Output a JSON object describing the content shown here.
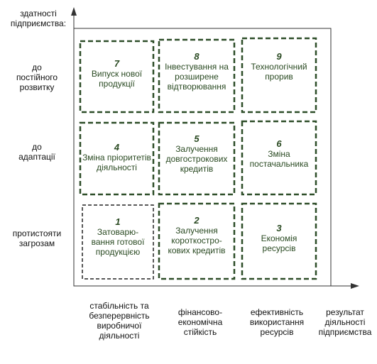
{
  "y_axis": {
    "title": "здатності\nпідприємства:",
    "levels": [
      "до\nпостійного\nрозвитку",
      "до\nадаптації",
      "протистояти\nзагрозам"
    ]
  },
  "x_axis": {
    "labels": [
      "стабільність та\nбезперервність\nвиробничої\nдіяльності",
      "фінансово-\nекономічна\nстійкість",
      "ефективність\nвикористання\nресурсів",
      "результат\nдіяльності\nпідприємства"
    ]
  },
  "cells": [
    {
      "number": "7",
      "label": "Випуск нової\nпродукції"
    },
    {
      "number": "8",
      "label": "Інвестування на\nрозширене\nвідтворювання"
    },
    {
      "number": "9",
      "label": "Технологічний\nпрорив"
    },
    {
      "number": "4",
      "label": "Зміна пріоритетів\nдіяльності"
    },
    {
      "number": "5",
      "label": "Залучення\nдовгострокових\nкредитів"
    },
    {
      "number": "6",
      "label": "Зміна\nпостачальника"
    },
    {
      "number": "1",
      "label": "Затоварю-\nвання готової\nпродукцією"
    },
    {
      "number": "2",
      "label": "Залучення\nкороткостро-\nкових кредитів"
    },
    {
      "number": "3",
      "label": "Економія\nресурсів"
    }
  ],
  "colors": {
    "cell_border": "#2d4d28",
    "cell_text": "#2a4a22",
    "axis": "#333333"
  }
}
